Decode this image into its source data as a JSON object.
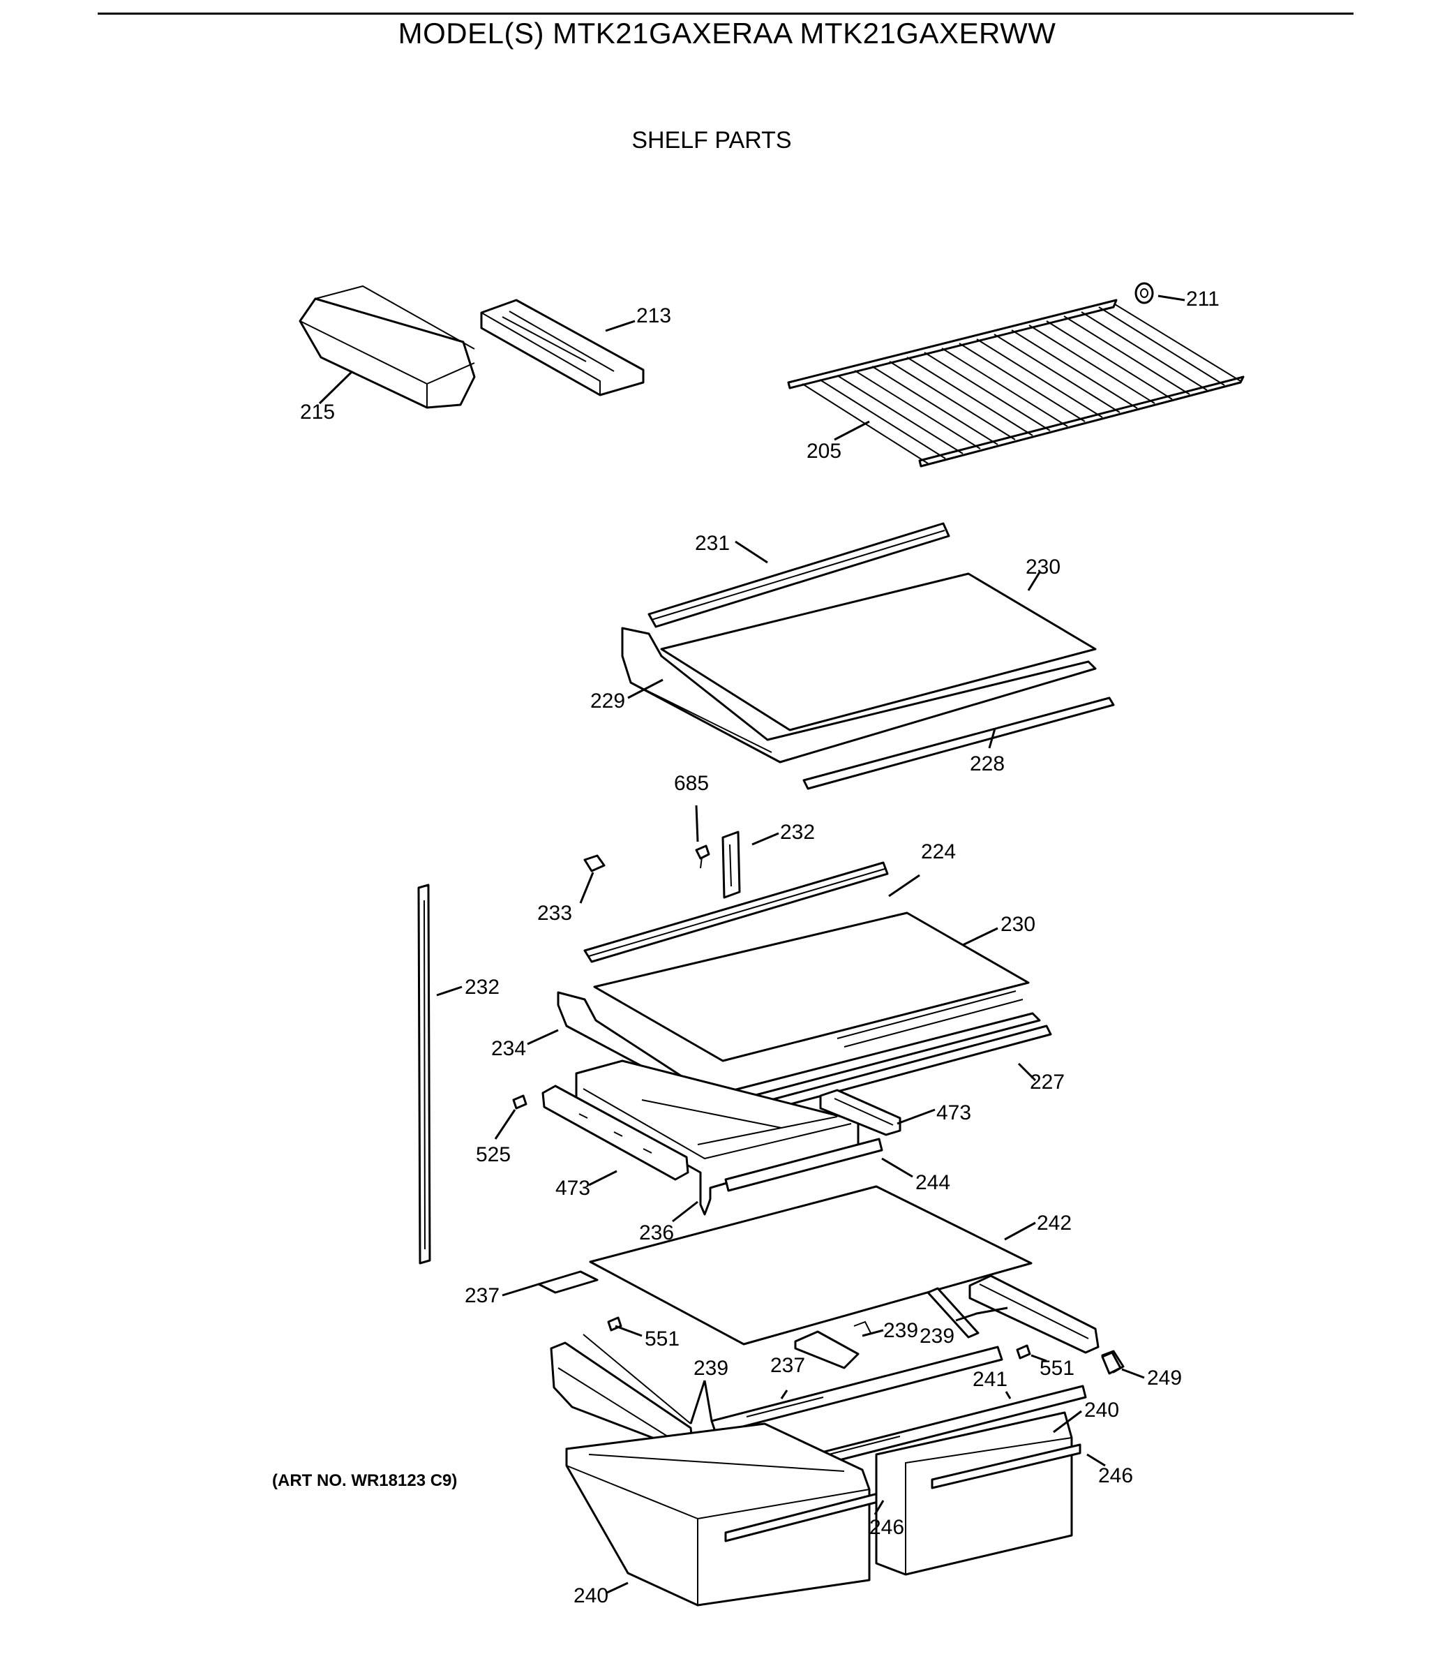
{
  "header": {
    "model_line": "MODEL(S) MTK21GAXERAA  MTK21GAXERWW",
    "section_title": "SHELF PARTS",
    "art_number": "(ART NO. WR18123 C9)"
  },
  "callouts": {
    "c205": "205",
    "c211": "211",
    "c213": "213",
    "c215": "215",
    "c224": "224",
    "c227": "227",
    "c228": "228",
    "c229": "229",
    "c230a": "230",
    "c230b": "230",
    "c231": "231",
    "c232a": "232",
    "c232b": "232",
    "c233": "233",
    "c234": "234",
    "c236": "236",
    "c237a": "237",
    "c237b": "237",
    "c239a": "239",
    "c239b": "239",
    "c239c": "239",
    "c240a": "240",
    "c240b": "240",
    "c241": "241",
    "c242": "242",
    "c244": "244",
    "c246a": "246",
    "c246b": "246",
    "c249": "249",
    "c473a": "473",
    "c473b": "473",
    "c525": "525",
    "c551a": "551",
    "c551b": "551",
    "c685": "685"
  }
}
